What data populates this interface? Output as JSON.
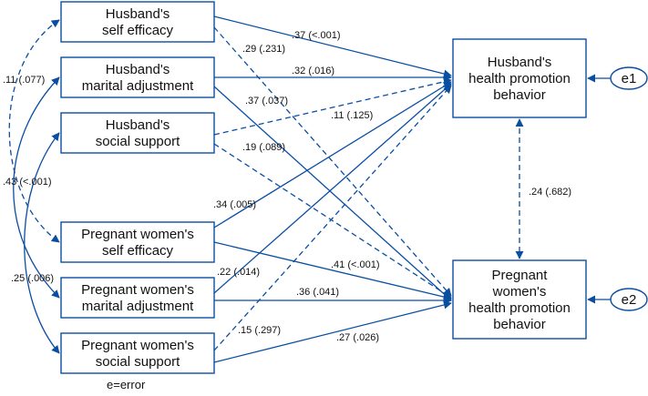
{
  "nodes": {
    "h_self_efficacy": [
      "Husband's",
      "self efficacy"
    ],
    "h_marital_adjustment": [
      "Husband's",
      "marital adjustment"
    ],
    "h_social_support": [
      "Husband's",
      "social support"
    ],
    "w_self_efficacy": [
      "Pregnant women's",
      "self efficacy"
    ],
    "w_marital_adjustment": [
      "Pregnant women's",
      "marital adjustment"
    ],
    "w_social_support": [
      "Pregnant women's",
      "social support"
    ],
    "h_health_promotion": [
      "Husband's",
      "health promotion",
      "behavior"
    ],
    "w_health_promotion": [
      "Pregnant",
      "women's",
      "health promotion",
      "behavior"
    ]
  },
  "errors": {
    "e1": "e1",
    "e2": "e2"
  },
  "paths": [
    {
      "id": "hse_hhp",
      "from": "h_self_efficacy",
      "to": "h_health_promotion",
      "style": "solid",
      "label": ".37 (<.001)"
    },
    {
      "id": "hse_whp",
      "from": "h_self_efficacy",
      "to": "w_health_promotion",
      "style": "dashed",
      "label": ".29 (.231)"
    },
    {
      "id": "hma_hhp",
      "from": "h_marital_adjustment",
      "to": "h_health_promotion",
      "style": "solid",
      "label": ".32 (.016)"
    },
    {
      "id": "hma_whp",
      "from": "h_marital_adjustment",
      "to": "w_health_promotion",
      "style": "solid",
      "label": ".37 (.037)"
    },
    {
      "id": "hss_hhp",
      "from": "h_social_support",
      "to": "h_health_promotion",
      "style": "dashed",
      "label": ".11 (.125)"
    },
    {
      "id": "hss_whp",
      "from": "h_social_support",
      "to": "w_health_promotion",
      "style": "dashed",
      "label": ".19 (.089)"
    },
    {
      "id": "wse_hhp",
      "from": "w_self_efficacy",
      "to": "h_health_promotion",
      "style": "solid",
      "label": ".34 (.005)"
    },
    {
      "id": "wse_whp",
      "from": "w_self_efficacy",
      "to": "w_health_promotion",
      "style": "solid",
      "label": ".41 (<.001)"
    },
    {
      "id": "wma_hhp",
      "from": "w_marital_adjustment",
      "to": "h_health_promotion",
      "style": "solid",
      "label": ".22 (.014)"
    },
    {
      "id": "wma_whp",
      "from": "w_marital_adjustment",
      "to": "w_health_promotion",
      "style": "solid",
      "label": ".36 (.041)"
    },
    {
      "id": "wss_hhp",
      "from": "w_social_support",
      "to": "h_health_promotion",
      "style": "dashed",
      "label": ".15 (.297)"
    },
    {
      "id": "wss_whp",
      "from": "w_social_support",
      "to": "w_health_promotion",
      "style": "solid",
      "label": ".27 (.026)"
    }
  ],
  "correlations": [
    {
      "id": "hse_wse",
      "style": "dashed",
      "label": ".11 (.077)"
    },
    {
      "id": "hma_wma",
      "style": "solid",
      "label": ".43 (<.001)"
    },
    {
      "id": "hss_wss",
      "style": "solid",
      "label": ".25 (.006)"
    },
    {
      "id": "hhp_whp",
      "style": "dashed",
      "label": ".24 (.682)"
    }
  ],
  "note": "e=error",
  "colors": {
    "line": "#0a4ea2",
    "text": "#111111",
    "background": "#ffffff"
  }
}
